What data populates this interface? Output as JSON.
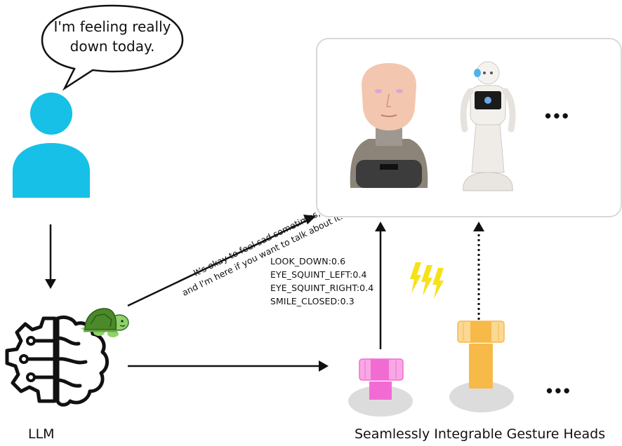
{
  "speech_bubble": {
    "text": "I'm feeling really down today."
  },
  "llm": {
    "label": "LLM"
  },
  "llm_response": {
    "line1": "It's okay to feel sad sometimes,",
    "line2": "and I'm here if you want to talk about it."
  },
  "gesture_commands": [
    "LOOK_DOWN:0.6",
    "EYE_SQUINT_LEFT:0.4",
    "EYE_SQUINT_RIGHT:0.4",
    "SMILE_CLOSED:0.3"
  ],
  "heads": {
    "label": "Seamlessly Integrable Gesture Heads"
  },
  "robots": {
    "more": "• • •"
  },
  "colors": {
    "user": "#16c0e6",
    "head_pink": "#f26bd3",
    "head_orange": "#f7b948",
    "lightning": "#f5e21b",
    "turtle_shell": "#4a8a2a",
    "turtle_skin": "#8ed36a"
  }
}
